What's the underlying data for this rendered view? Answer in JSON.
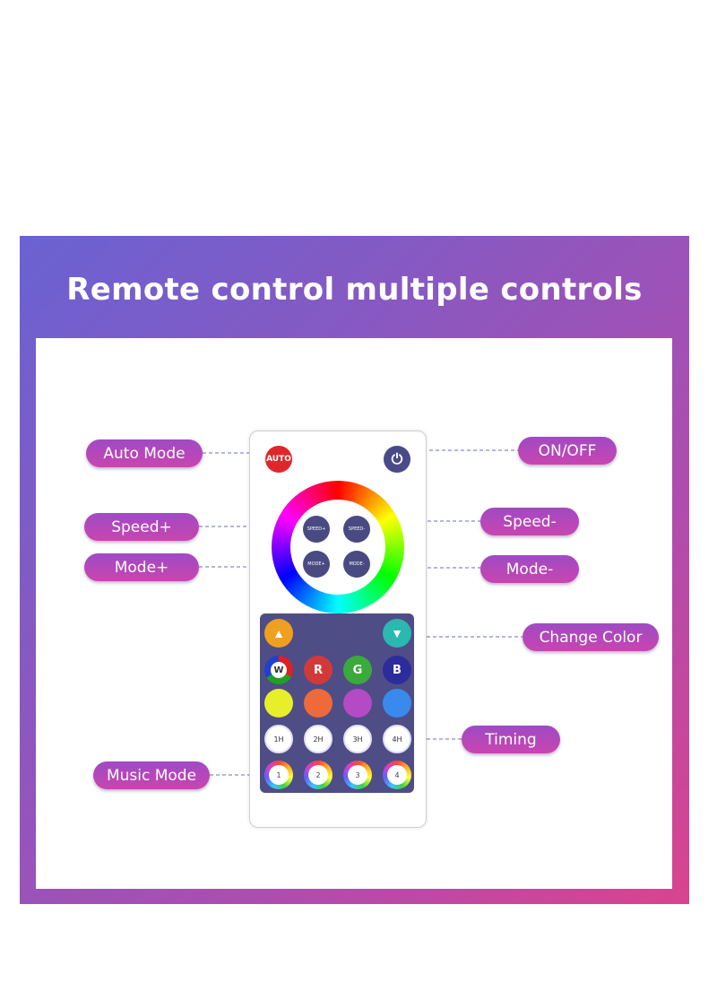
{
  "title": "Remote control multiple controls",
  "labels": {
    "auto_mode": "Auto Mode",
    "on_off": "ON/OFF",
    "speed_plus": "Speed+",
    "speed_minus": "Speed-",
    "mode_plus": "Mode+",
    "mode_minus": "Mode-",
    "change_color": "Change Color",
    "timing": "Timing",
    "music_mode": "Music Mode"
  },
  "remote": {
    "auto_button": "AUTO",
    "power_icon": "power-icon",
    "speed_plus_button": "SPEED+",
    "speed_minus_button": "SPEED-",
    "mode_plus_button": "MODE+",
    "mode_minus_button": "MODE-",
    "color_keys": [
      {
        "label": "W",
        "color": "#ffffff"
      },
      {
        "label": "R",
        "color": "#d23a3a"
      },
      {
        "label": "G",
        "color": "#3aaa3a"
      },
      {
        "label": "B",
        "color": "#2c2c9c"
      }
    ],
    "swatches": [
      "#e8ee2a",
      "#ee6a3a",
      "#b44ac4",
      "#3a8aee"
    ],
    "timer_keys": [
      "1H",
      "2H",
      "3H",
      "4H"
    ],
    "music_keys": [
      "1",
      "2",
      "3",
      "4"
    ]
  },
  "colors": {
    "gradient_start": "#6a62d2",
    "gradient_end": "#d9448e",
    "pill": "#b048bc",
    "keypad": "#4e4d86"
  }
}
